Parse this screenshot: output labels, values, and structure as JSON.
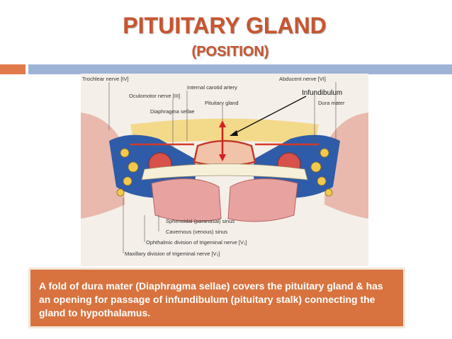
{
  "title": "PITUITARY GLAND",
  "subtitle": "(POSITION)",
  "diagram": {
    "labels": {
      "trochlear": "Trochlear nerve [IV]",
      "abducent": "Abducent nerve [VI]",
      "internal_carotid": "Internal carotid artery",
      "oculomotor": "Oculomotor nerve [III]",
      "pituitary": "Pituitary gland",
      "diaphragma": "Diaphragma sellae",
      "dura": "Dura mater",
      "infundibulum": "Infundibulum",
      "sphenoidal": "Sphenoidal (paranasal) sinus",
      "cavernous": "Cavernous (venous) sinus",
      "ophthalmic": "Ophthalmic division of trigeminal nerve [V₁]",
      "maxillary": "Maxillary division of trigeminal nerve [V₂]"
    }
  },
  "caption": "A fold of dura mater (Diaphragma sellae) covers the pituitary gland & has an opening for passage of infundibulum (pituitary stalk) connecting the gland to hypothalamus.",
  "colors": {
    "title": "#c8552f",
    "band_orange": "#e07a4a",
    "band_blue": "#9db3d6",
    "caption_bg": "#d8733f"
  }
}
